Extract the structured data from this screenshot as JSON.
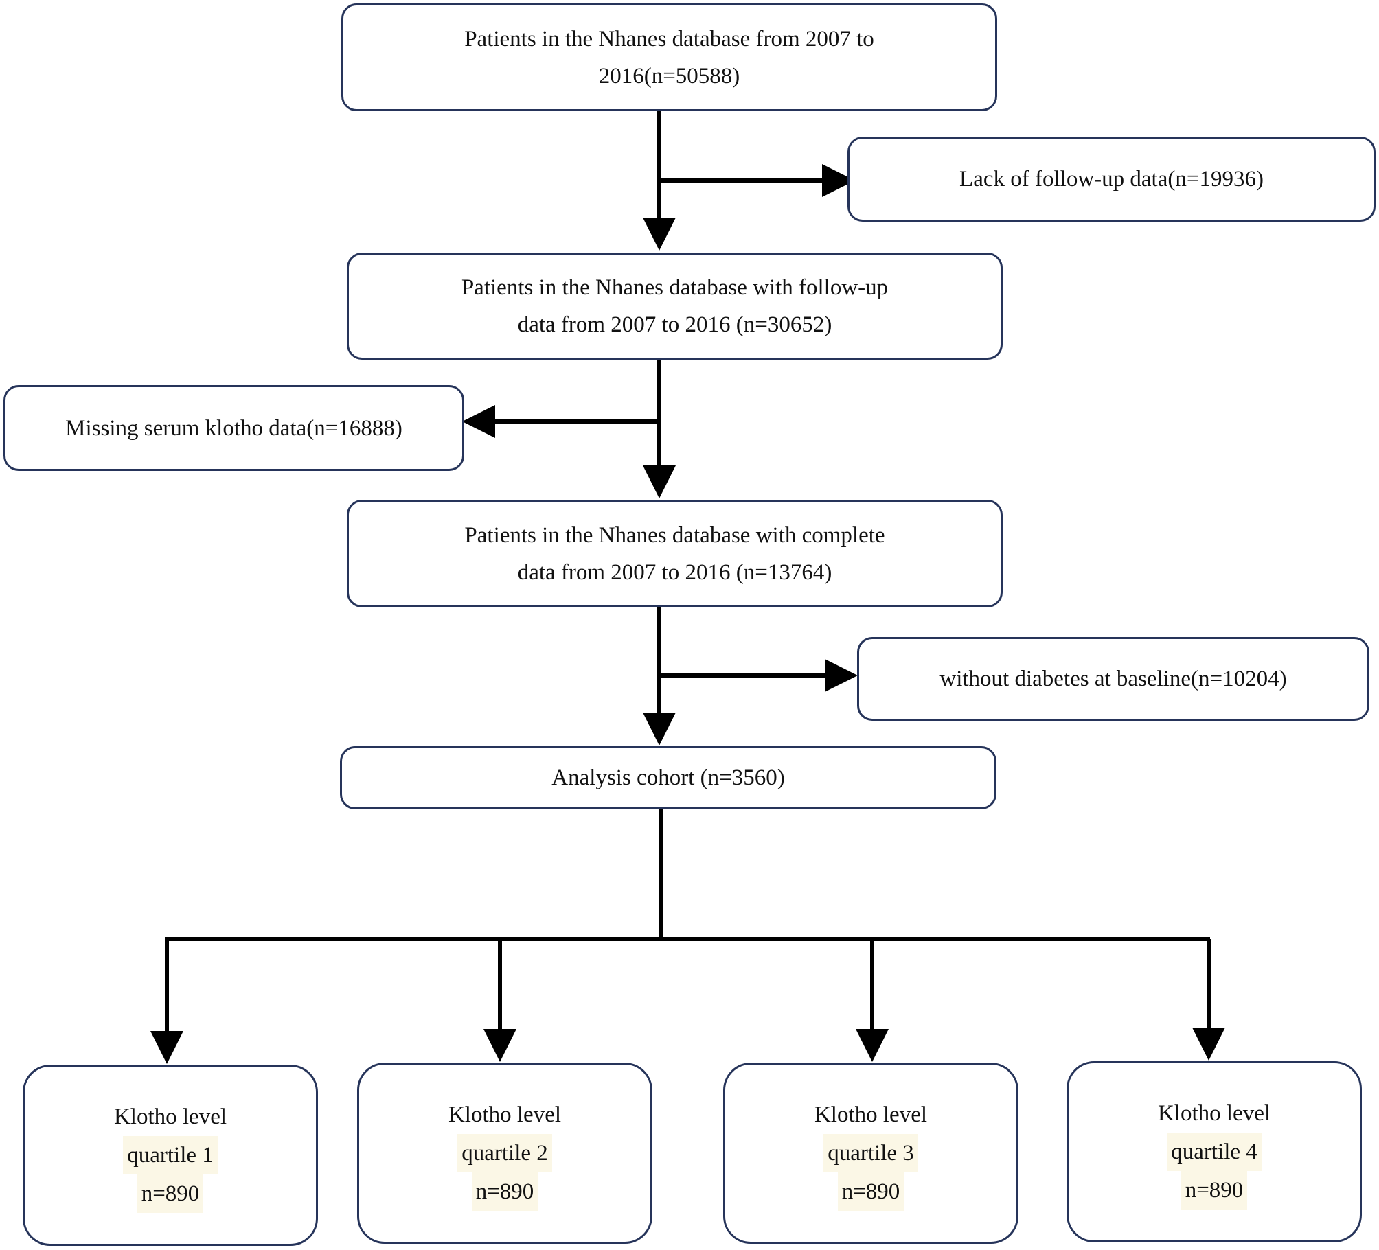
{
  "flow": {
    "start": {
      "line1": "Patients in the Nhanes database from 2007 to",
      "line2": "2016(n=50588)"
    },
    "exclusion1": "Lack of follow-up data(n=19936)",
    "step2": {
      "line1": "Patients in the Nhanes database with follow-up",
      "line2": "data from 2007 to 2016 (n=30652)"
    },
    "exclusion2": "Missing serum klotho data(n=16888)",
    "step3": {
      "line1": "Patients in the Nhanes database with complete",
      "line2": "data from 2007 to 2016 (n=13764)"
    },
    "exclusion3": "without diabetes at baseline(n=10204)",
    "cohort": "Analysis cohort (n=3560)",
    "quartiles": [
      {
        "title": "Klotho level",
        "group": "quartile 1",
        "n": "n=890"
      },
      {
        "title": "Klotho level",
        "group": "quartile 2",
        "n": "n=890"
      },
      {
        "title": "Klotho level",
        "group": "quartile 3",
        "n": "n=890"
      },
      {
        "title": "Klotho level",
        "group": "quartile 4",
        "n": "n=890"
      }
    ]
  },
  "colors": {
    "box_border": "#26345a",
    "arrow": "#000000",
    "highlight": "#fbf7e6"
  }
}
